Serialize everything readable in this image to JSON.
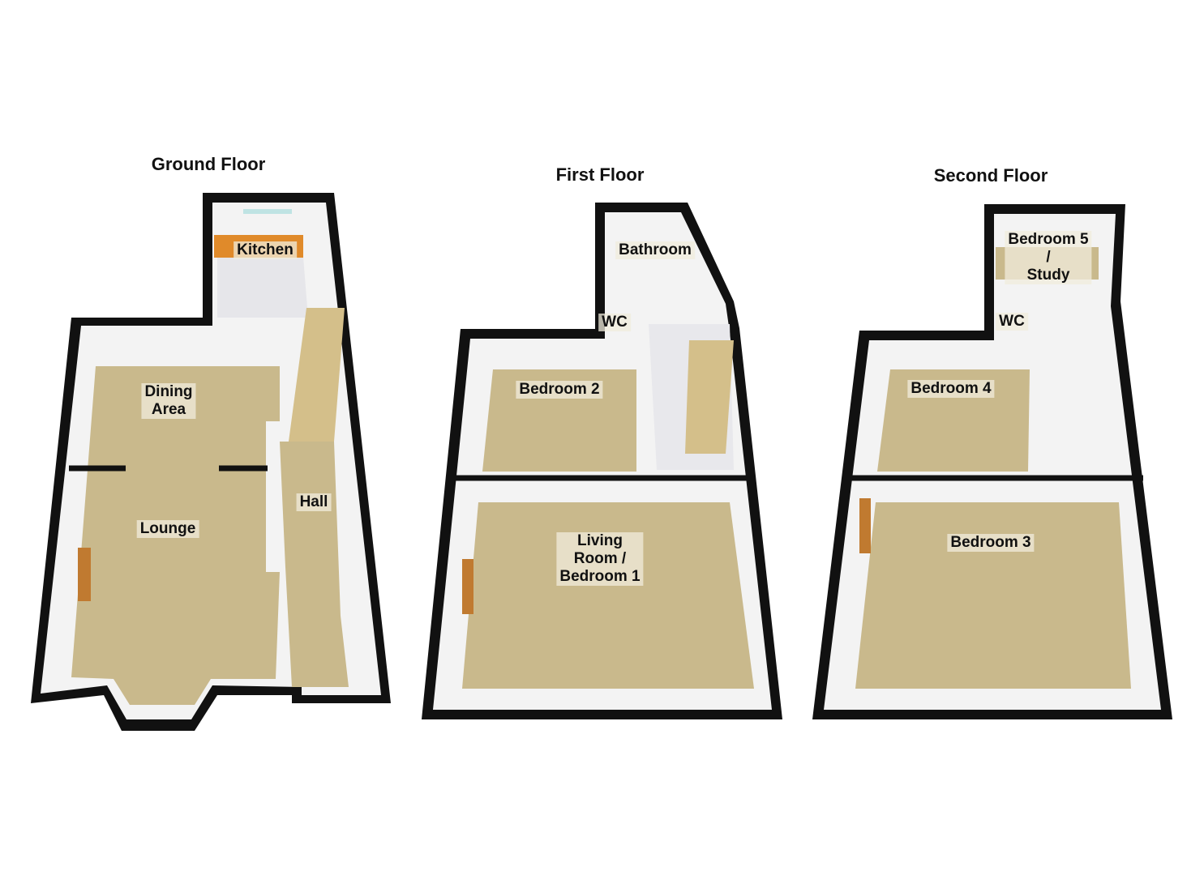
{
  "floors": [
    {
      "title": "Ground Floor",
      "rooms": [
        "Kitchen",
        "Dining\nArea",
        "Lounge",
        "Hall"
      ]
    },
    {
      "title": "First Floor",
      "rooms": [
        "Bathroom",
        "WC",
        "Bedroom 2",
        "Living\nRoom /\nBedroom 1"
      ]
    },
    {
      "title": "Second Floor",
      "rooms": [
        "Bedroom 5\n/\nStudy",
        "WC",
        "Bedroom 4",
        "Bedroom 3"
      ]
    }
  ],
  "colors": {
    "wall": "#111111",
    "wall_face": "#f4f4f4",
    "carpet": "#c9b98c",
    "kitchen_floor": "#e6e6ea",
    "counter": "#e08a2a",
    "window": "#bfe3e3"
  }
}
